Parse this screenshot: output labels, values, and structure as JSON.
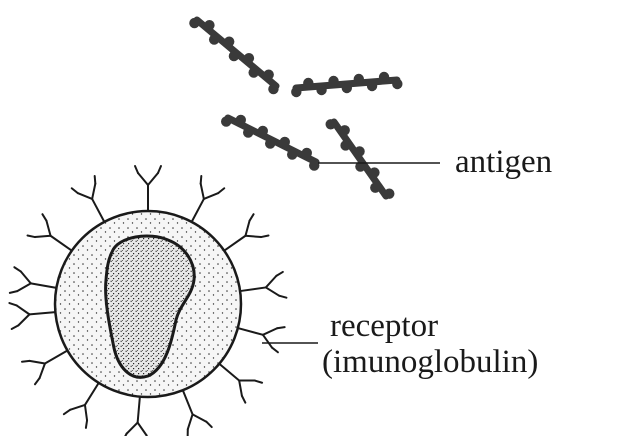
{
  "labels": {
    "antigen": "antigen",
    "receptor": "receptor",
    "receptor_sub": "(imunoglobulin)"
  },
  "colors": {
    "ink": "#1a1a1a",
    "antigen_fill": "#3a3a3a",
    "cell_fill": "#f4f4f4",
    "background": "#ffffff"
  }
}
